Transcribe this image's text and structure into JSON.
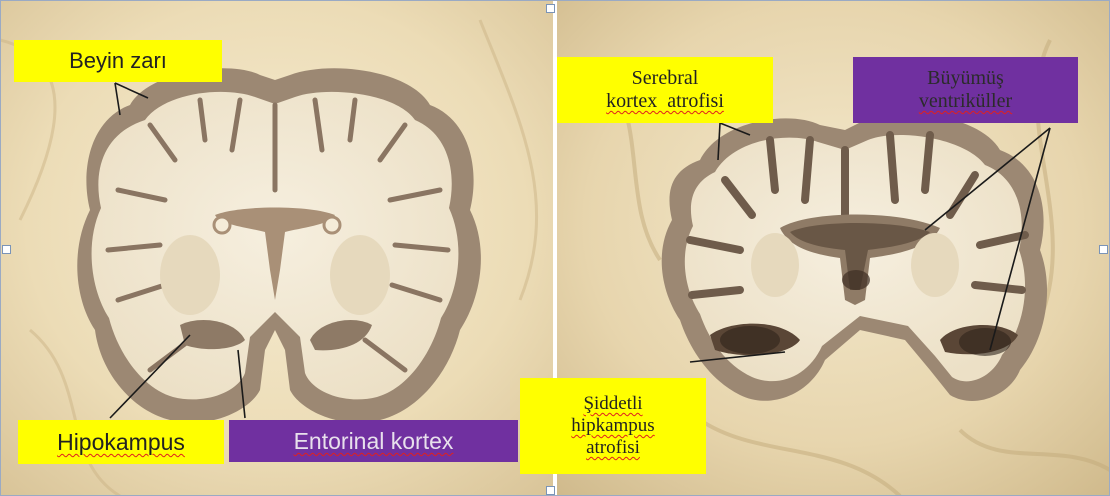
{
  "labels": {
    "left_top": "Beyin zarı",
    "left_bottom_1": "Hipokampus",
    "left_bottom_2": "Entorinal kortex",
    "right_top_left_line1": "Serebral",
    "right_top_left_line2": "kortex  atrofisi",
    "right_top_right_line1": "Büyümüş",
    "right_top_right_line2": "ventriküller",
    "right_bottom_line1": "Şiddetli",
    "right_bottom_line2": "hipkampus",
    "right_bottom_line3": "atrofisi"
  },
  "colors": {
    "label_yellow": "#ffff00",
    "label_purple": "#7030a0",
    "background_parchment": "#efe2c2",
    "brain_gray_matter": "#9c8873",
    "brain_white_matter": "#f1e8d3"
  }
}
